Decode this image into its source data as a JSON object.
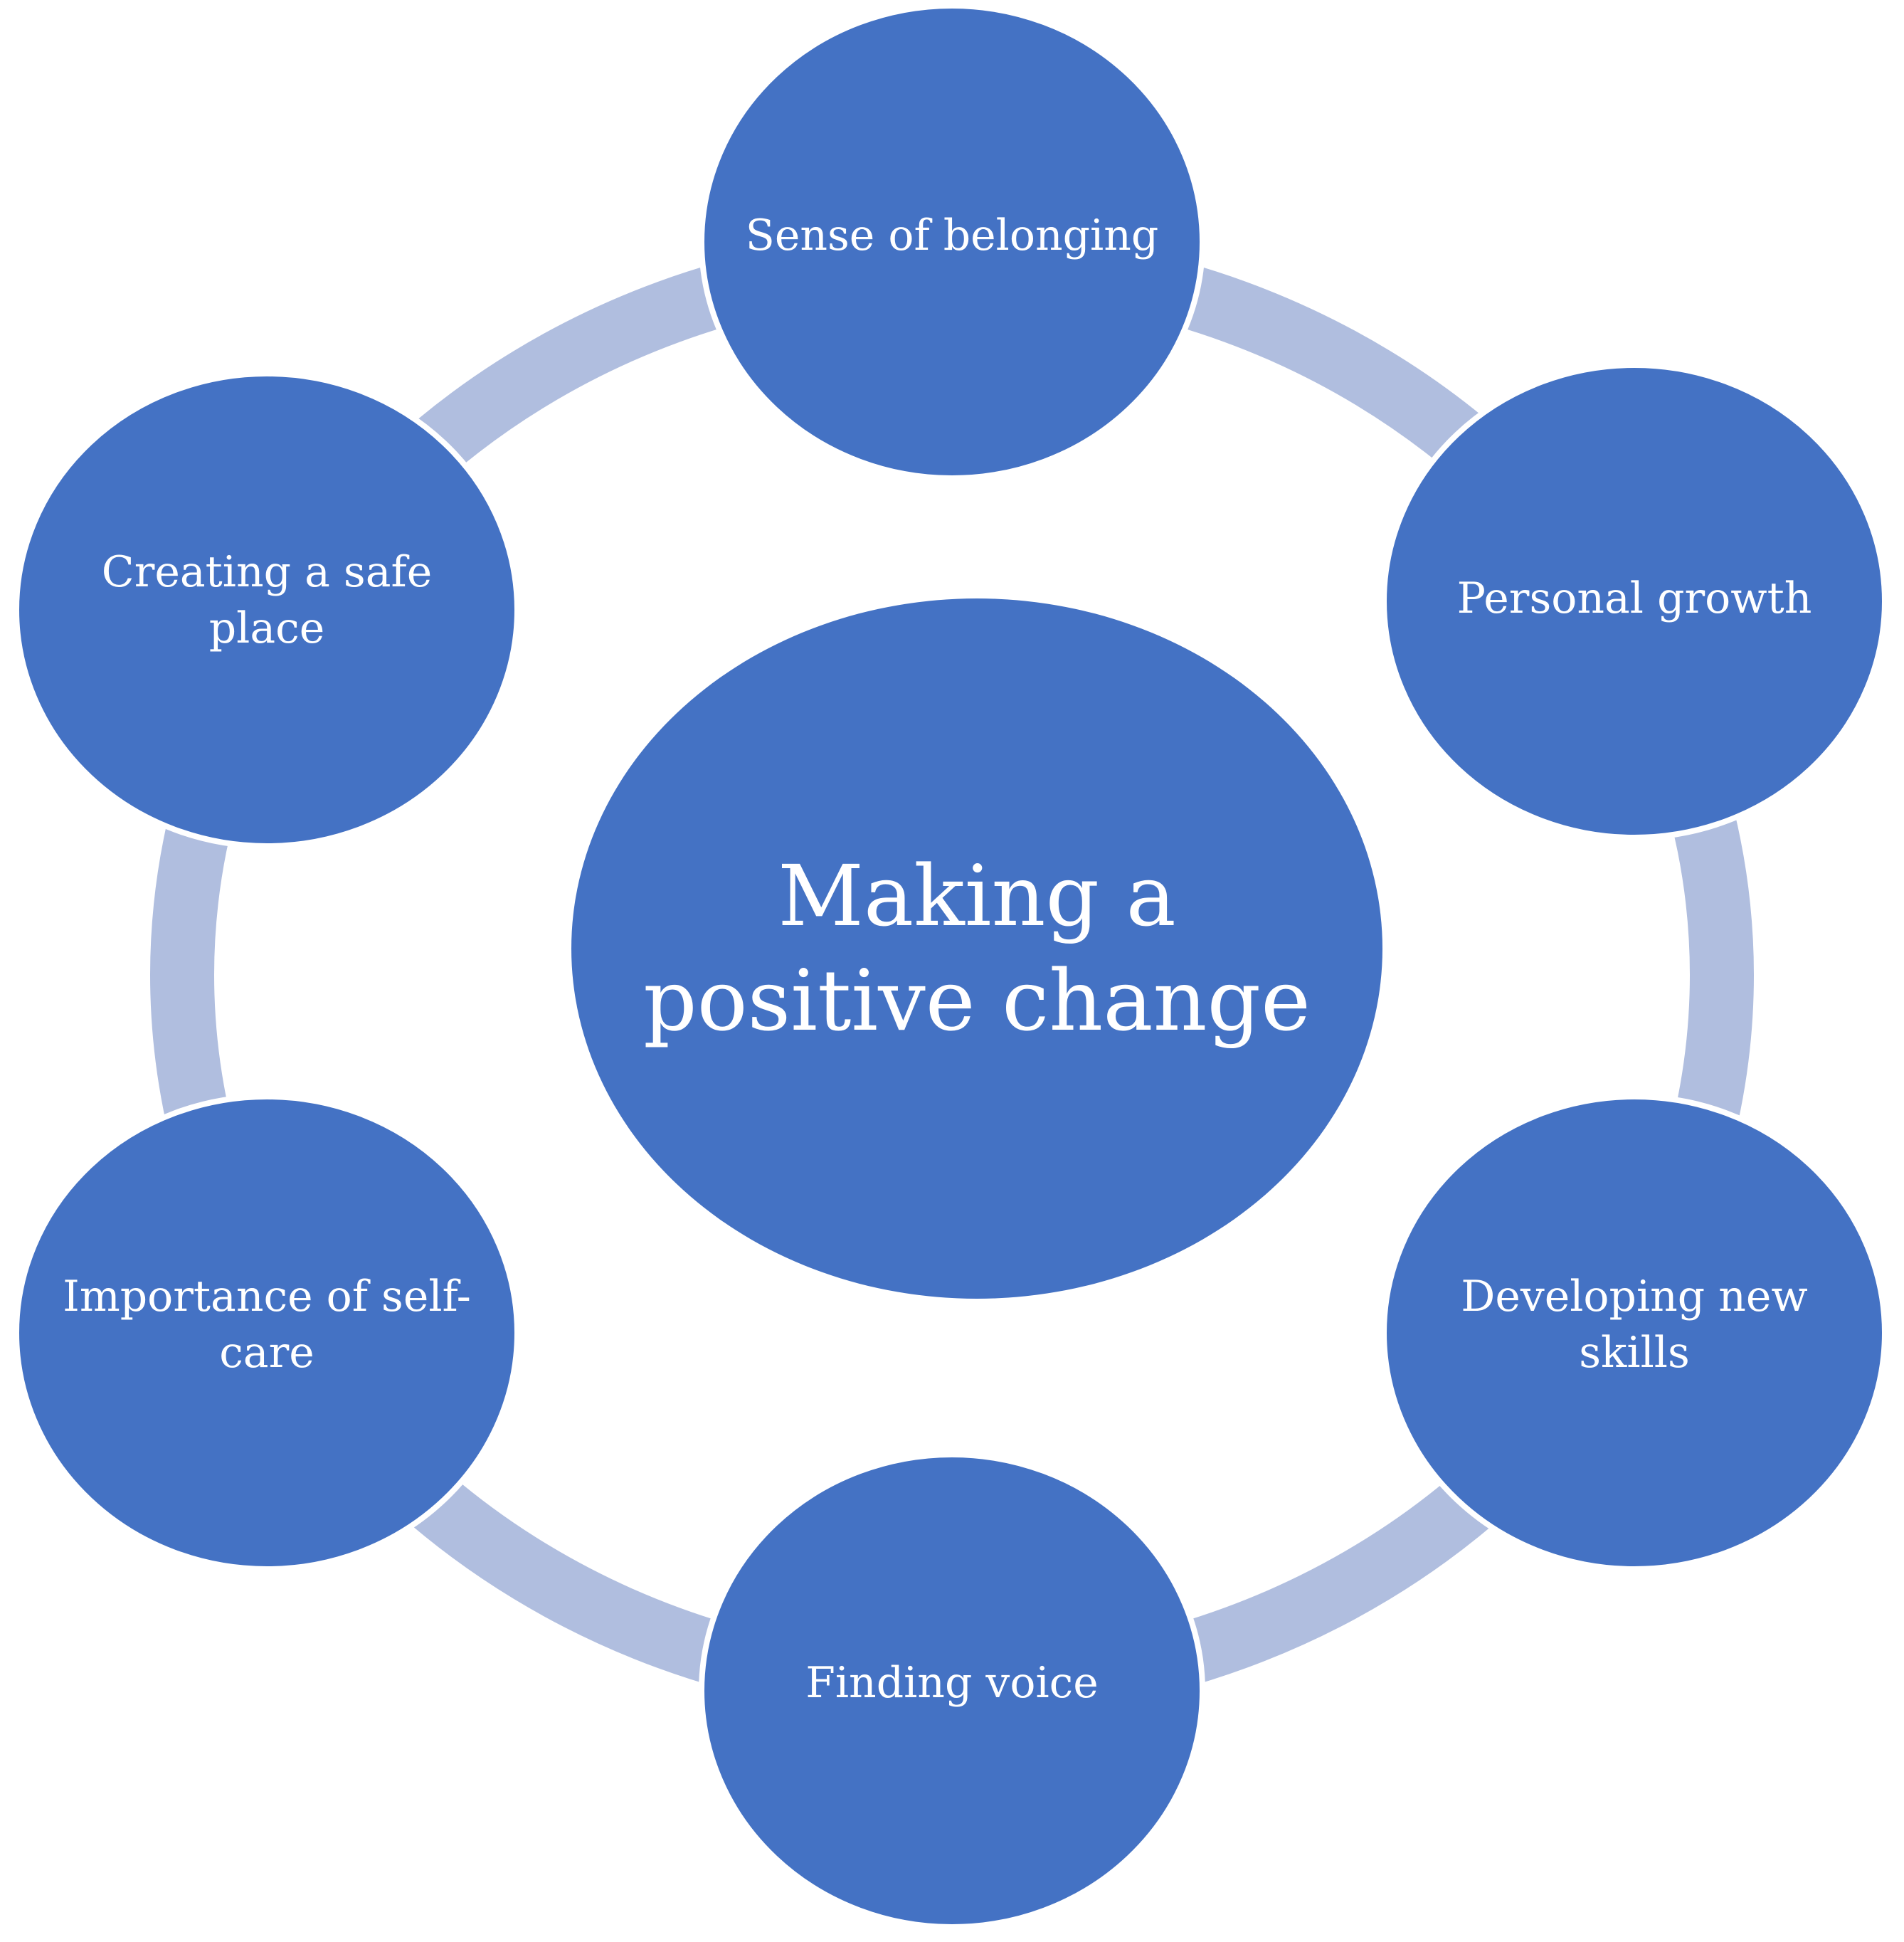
{
  "colors": {
    "node_fill": "#4472C4",
    "ring": "#B0BEDF",
    "node_border": "#ffffff",
    "text": "#ffffff",
    "background": "#ffffff"
  },
  "center": {
    "lines": [
      "Making a",
      "positive change"
    ]
  },
  "nodes": [
    {
      "id": "sense-of-belonging",
      "lines": [
        "Sense of belonging"
      ]
    },
    {
      "id": "personal-growth",
      "lines": [
        "Personal growth"
      ]
    },
    {
      "id": "developing-new-skills",
      "lines": [
        "Developing new",
        "skills"
      ]
    },
    {
      "id": "finding-voice",
      "lines": [
        "Finding voice"
      ]
    },
    {
      "id": "importance-of-self-care",
      "lines": [
        "Importance of self-",
        "care"
      ]
    },
    {
      "id": "creating-a-safe-place",
      "lines": [
        "Creating a safe",
        "place"
      ]
    }
  ]
}
